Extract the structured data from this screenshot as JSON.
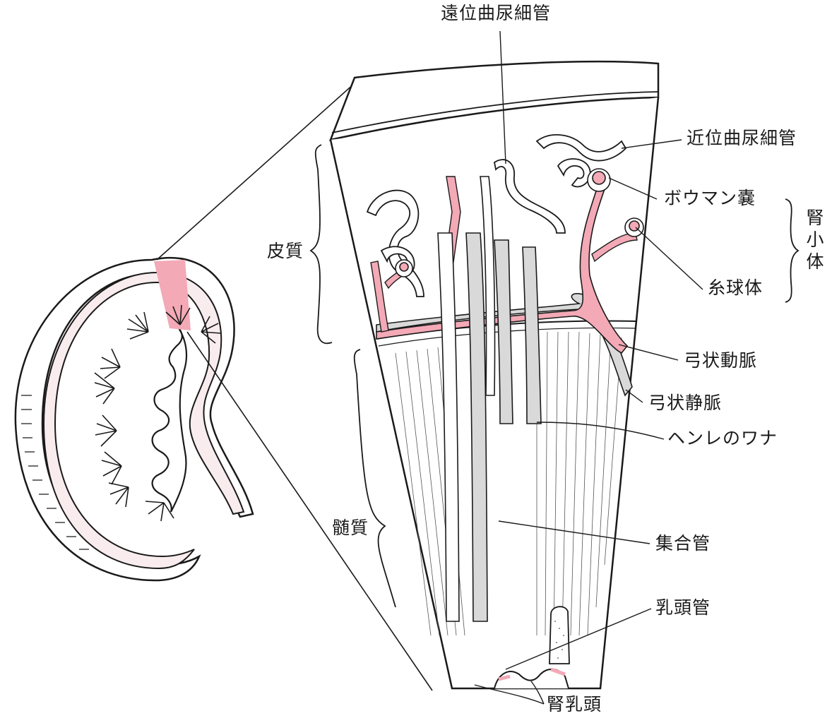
{
  "labels": {
    "distal_tubule": "遠位曲尿細管",
    "proximal_tubule": "近位曲尿細管",
    "bowman_capsule": "ボウマン嚢",
    "renal_corpuscle": "腎小体",
    "glomerulus": "糸球体",
    "cortex": "皮質",
    "medulla": "髄質",
    "arcuate_artery": "弓状動脈",
    "arcuate_vein": "弓状静脈",
    "loop_of_henle": "ヘンレのワナ",
    "collecting_duct": "集合管",
    "papillary_duct": "乳頭管",
    "renal_papilla": "腎乳頭"
  },
  "colors": {
    "artery": "#f3a9b6",
    "vein": "#d9d9d9",
    "tissue": "#f9ecee",
    "line": "#1a1a1a"
  }
}
